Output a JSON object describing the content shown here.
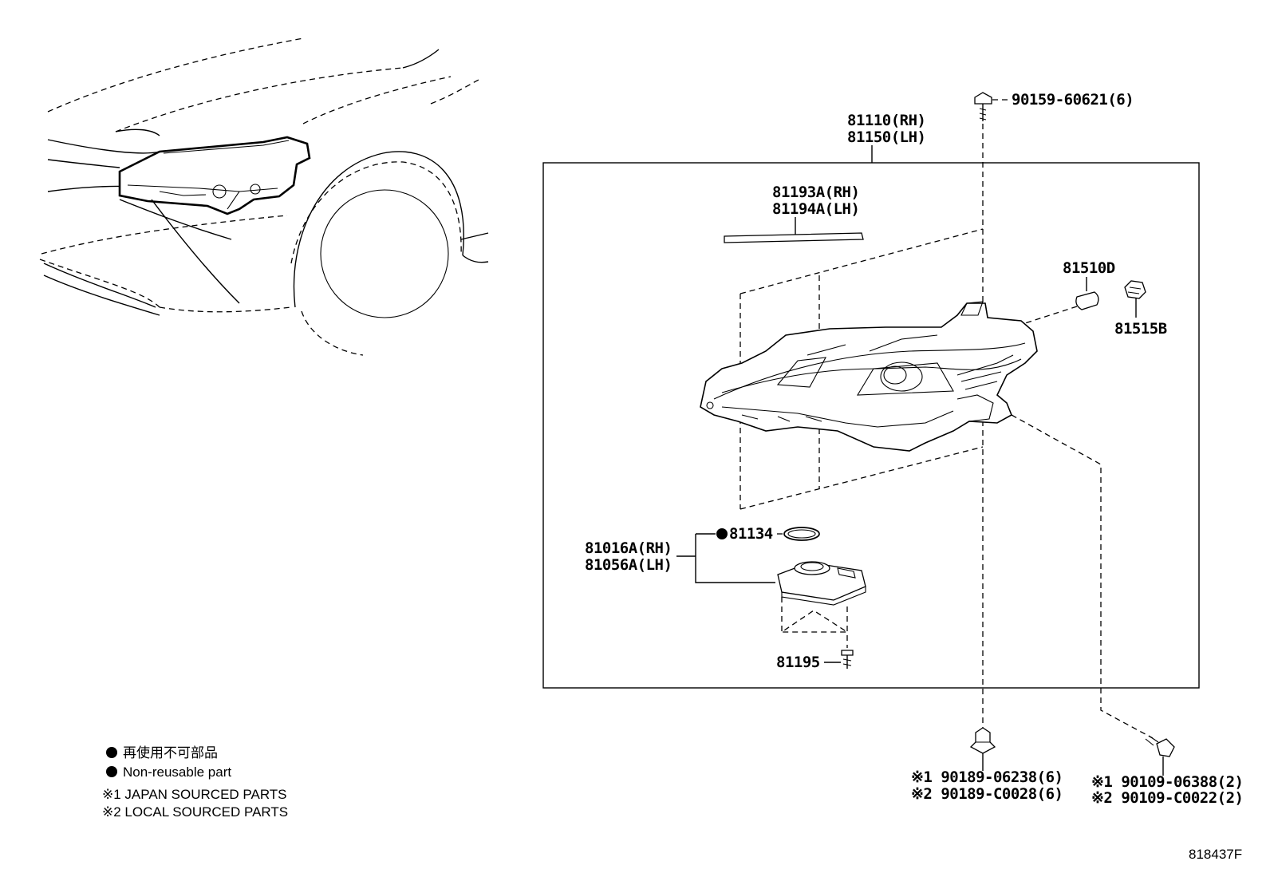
{
  "callouts": {
    "bolt_top": "90159-60621(6)",
    "headlamp_rh": "81110(RH)",
    "headlamp_lh": "81150(LH)",
    "strip_rh": "81193A(RH)",
    "strip_lh": "81194A(LH)",
    "bulb": "81510D",
    "socket": "81515B",
    "seal": "81134",
    "computer_rh": "81016A(RH)",
    "computer_lh": "81056A(LH)",
    "screw": "81195",
    "nut1_j": "90189-06238(6)",
    "nut1_l": "90189-C0028(6)",
    "bolt2_j": "90109-06388(2)",
    "bolt2_l": "90109-C0022(2)",
    "mark1": "※1",
    "mark2": "※2"
  },
  "legend": {
    "nonreusable_jp": "再使用不可部品",
    "nonreusable_en": "Non-reusable part",
    "japan": "※1 JAPAN SOURCED PARTS",
    "local": "※2 LOCAL SOURCED PARTS"
  },
  "diagram_id": "818437F",
  "icons": {
    "nonreusable_mark": "filled-circle-icon"
  }
}
